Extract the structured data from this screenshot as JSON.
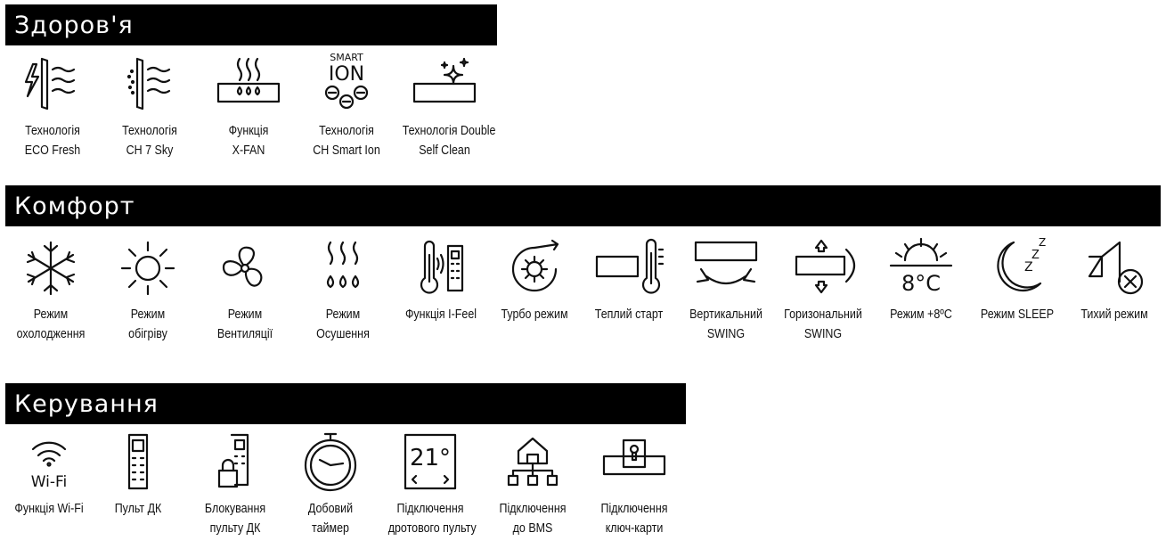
{
  "sections": {
    "health": {
      "title": "Здоров'я",
      "items": [
        {
          "icon": "eco-fresh-icon",
          "line1": "Технологія",
          "line2": "ECO Fresh"
        },
        {
          "icon": "ch7-sky-icon",
          "line1": "Технологія",
          "line2": "CH 7 Sky"
        },
        {
          "icon": "x-fan-icon",
          "line1": "Функція",
          "line2": "X-FAN"
        },
        {
          "icon": "smart-ion-icon",
          "line1": "Технологія",
          "line2": "CH Smart Ion"
        },
        {
          "icon": "double-self-clean-icon",
          "line1": "Технологія Double",
          "line2": "Self Clean"
        }
      ],
      "icon_text": {
        "smart": "SMART",
        "ion": "ION"
      }
    },
    "comfort": {
      "title": "Комфорт",
      "items": [
        {
          "icon": "snowflake-icon",
          "line1": "Режим",
          "line2": "охолодження"
        },
        {
          "icon": "sun-icon",
          "line1": "Режим",
          "line2": "обігріву"
        },
        {
          "icon": "fan-icon",
          "line1": "Режим",
          "line2": "Вентиляції"
        },
        {
          "icon": "dry-mode-icon",
          "line1": "Режим",
          "line2": "Осушення"
        },
        {
          "icon": "i-feel-icon",
          "line1": "Функція I-Feel",
          "line2": ""
        },
        {
          "icon": "turbo-icon",
          "line1": "Турбо режим",
          "line2": ""
        },
        {
          "icon": "warm-start-icon",
          "line1": "Теплий старт",
          "line2": ""
        },
        {
          "icon": "vertical-swing-icon",
          "line1": "Вертикальний",
          "line2": "SWING"
        },
        {
          "icon": "horizontal-swing-icon",
          "line1": "Горизональний",
          "line2": "SWING"
        },
        {
          "icon": "plus-8c-icon",
          "line1": "Режим +8ºC",
          "line2": ""
        },
        {
          "icon": "sleep-icon",
          "line1": "Режим SLEEP",
          "line2": ""
        },
        {
          "icon": "quiet-mode-icon",
          "line1": "Тихий режим",
          "line2": ""
        }
      ],
      "icon_text": {
        "temp": "8°C",
        "zzz": "Z"
      }
    },
    "control": {
      "title": "Керування",
      "items": [
        {
          "icon": "wifi-icon",
          "line1": "Функція Wi-Fi",
          "line2": ""
        },
        {
          "icon": "remote-icon",
          "line1": "Пульт ДК",
          "line2": ""
        },
        {
          "icon": "remote-lock-icon",
          "line1": "Блокування",
          "line2": "пульту ДК"
        },
        {
          "icon": "timer-icon",
          "line1": "Добовий",
          "line2": "таймер"
        },
        {
          "icon": "wired-controller-icon",
          "line1": "Підключення",
          "line2": "дротового пульту"
        },
        {
          "icon": "bms-icon",
          "line1": "Підключення",
          "line2": "до BMS"
        },
        {
          "icon": "key-card-icon",
          "line1": "Підключення",
          "line2": "ключ-карти"
        }
      ],
      "icon_text": {
        "wifi": "Wi-Fi",
        "temp": "21°"
      }
    }
  }
}
